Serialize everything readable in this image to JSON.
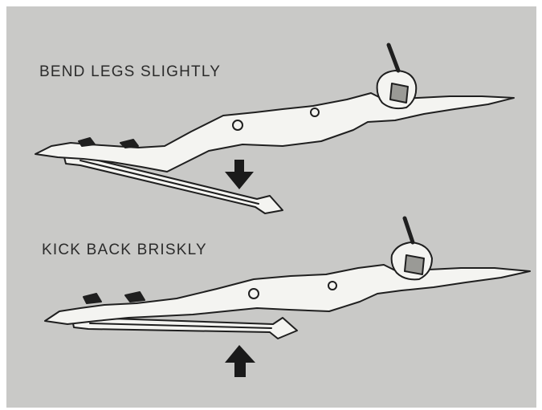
{
  "steps": [
    {
      "caption": "BEND LEGS SLIGHTLY",
      "arrow_direction": "down"
    },
    {
      "caption": "KICK BACK BRISKLY",
      "arrow_direction": "up"
    }
  ],
  "colors": {
    "background": "#c9c9c7",
    "ink": "#1f1f1f",
    "figure_fill": "#f4f4f1",
    "text": "#2b2b2b"
  }
}
